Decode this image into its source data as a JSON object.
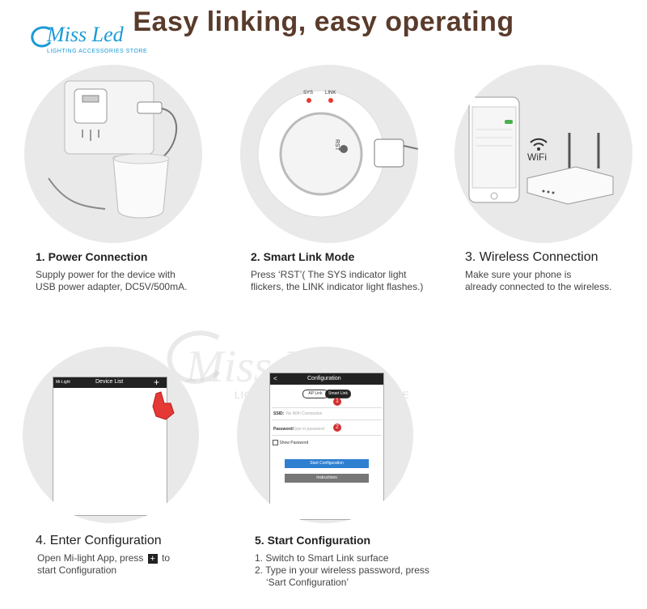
{
  "header": {
    "title": "Easy linking, easy operating"
  },
  "logo": {
    "name": "Miss Led",
    "sub": "LIGHTING ACCESSORIES STORE"
  },
  "watermark": {
    "name": "Miss Led",
    "sub": "LIGHTING ACCESSORIES STORE"
  },
  "steps": [
    {
      "title": "1. Power Connection",
      "lines": [
        "Supply power for the device with",
        "USB power adapter, DC5V/500mA."
      ]
    },
    {
      "title": "2. Smart Link Mode",
      "lines": [
        "Press ‘RST’( The SYS indicator light",
        "flickers, the LINK indicator light flashes.)"
      ]
    },
    {
      "title": "3. Wireless Connection",
      "lines": [
        "Make sure your phone is",
        "already connected to the wireless."
      ]
    },
    {
      "title": "4. Enter Configuration",
      "line1_pre": "Open Mi-light App, press",
      "line1_post": "to",
      "line2": "start Configuration",
      "plus": "+"
    },
    {
      "title": "5. Start Configuration",
      "lines": [
        "1. Switch to Smart Link surface",
        "2. Type in your wireless password, press",
        "‘Sart Configuration’"
      ]
    }
  ],
  "device": {
    "sys": "SYS",
    "link": "LINK",
    "rst": "RST"
  },
  "wifi_label": "WiFi",
  "app": {
    "brand": "Mi-Light",
    "title": "Device List",
    "plus": "+"
  },
  "config": {
    "back": "<",
    "title": "Configuration",
    "tab_ap": "AP Link",
    "tab_smart": "Smart Link",
    "badge1": "1",
    "badge2": "2",
    "ssid_label": "SSID:",
    "ssid_value": "No WiFi Connection",
    "password_label": "Password:",
    "password_placeholder": "Type in password",
    "show_password": "Show Password",
    "start_btn": "Start Configuration",
    "instructions_btn": "Instructions"
  }
}
